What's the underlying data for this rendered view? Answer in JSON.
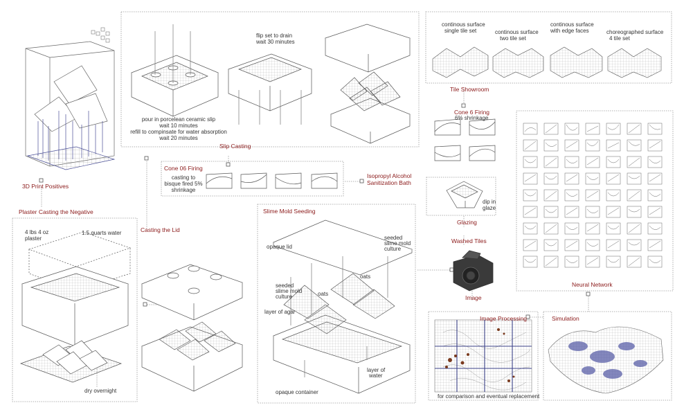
{
  "colors": {
    "accent": "#8b1a1a",
    "line": "#555555",
    "dotted": "#999999",
    "slime": "#4a4f96",
    "mold": "#7a3a1e"
  },
  "sections": {
    "print_positives": "3D Print Positives",
    "plaster_casting": "Plaster Casting the Negative",
    "casting_lid": "Casting the Lid",
    "slip_casting": "Slip Casting",
    "cone06": "Cone 06 Firing",
    "isopropyl_1": "Isopropyl Alcohol",
    "isopropyl_2": "Sanitization Bath",
    "slime_seeding": "Slime Mold Seeding",
    "tile_showroom": "Tile Showroom",
    "cone6": "Cone 6 Firing",
    "glazing": "Glazing",
    "washed_tiles": "Washed Tiles",
    "image": "Image",
    "image_processing": "Image Processing",
    "simulation": "Simulation",
    "neural_network": "Neural Network"
  },
  "notes": {
    "slip_1": "pour in porcelean ceramic slip",
    "slip_2": "wait 10 minutes",
    "slip_3": "refill to compinsate for water absorption",
    "slip_4": "wait 20 minutes",
    "drain_1": "flip set to drain",
    "drain_2": "wait 30 minutes",
    "cone06_1": "casting to",
    "cone06_2": "bisque fired 5%",
    "cone06_3": "shrinkage",
    "cone6_1": "6% shrinkage",
    "glaze_1": "dip in",
    "glaze_2": "glaze",
    "plaster_1": "4 lbs 4 oz",
    "plaster_2": "plaster",
    "water": "1.5 quarts water",
    "dry": "dry overnight",
    "lid": "opaque lid",
    "seeded_a1": "seeded",
    "seeded_a2": "slime mold",
    "seeded_a3": "culture",
    "seeded_b1": "seeded",
    "seeded_b2": "slime mold",
    "seeded_b3": "culture",
    "oats_1": "oats",
    "oats_2": "oats",
    "agar": "layer of agar",
    "water_layer_1": "layer of",
    "water_layer_2": "water",
    "container": "opaque container",
    "imgproc": "for comparison and eventual replacement"
  },
  "surfaces": {
    "s1_1": "continous surface",
    "s1_2": "single tile set",
    "s2_1": "continous surface",
    "s2_2": "two tile set",
    "s3_1": "continous surface",
    "s3_2": "with edge faces",
    "s4_1": "choreographed surface",
    "s4_2": "4 tile set"
  }
}
